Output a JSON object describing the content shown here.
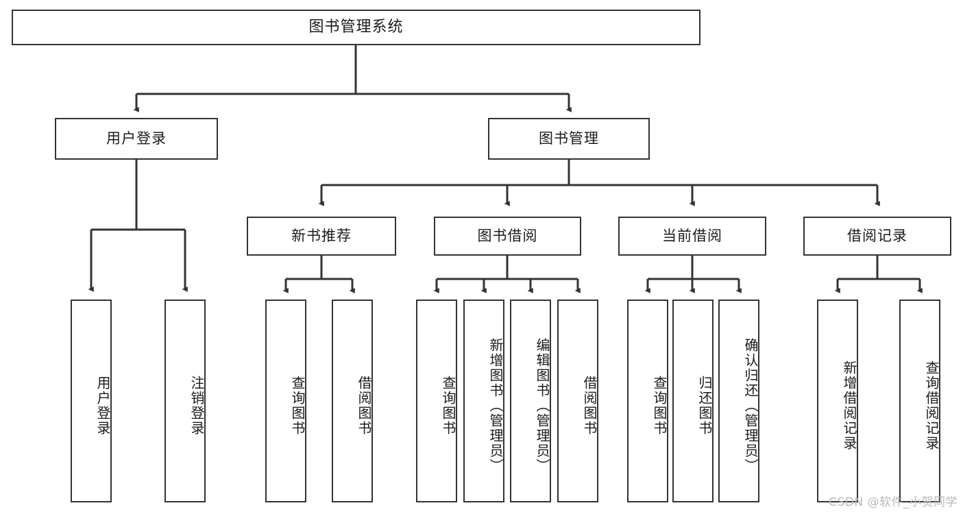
{
  "diagram": {
    "title": "图书管理系统",
    "type": "tree-hierarchy",
    "watermark": "CSDN @软件_小贺同学",
    "colors": {
      "node_border": "#333333",
      "node_fill": "#ffffff",
      "edge": "#333333",
      "text": "#1b1b1b",
      "watermark": "#b9b9b9"
    },
    "root": {
      "label": "图书管理系统"
    },
    "level1": [
      {
        "label": "用户登录"
      },
      {
        "label": "图书管理"
      }
    ],
    "level2": [
      {
        "label": "新书推荐"
      },
      {
        "label": "图书借阅"
      },
      {
        "label": "当前借阅"
      },
      {
        "label": "借阅记录"
      }
    ],
    "leaves": {
      "user_login": [
        {
          "label": "用户登录"
        },
        {
          "label": "注销登录"
        }
      ],
      "new_book_recommend": [
        {
          "label": "查询图书"
        },
        {
          "label": "借阅图书"
        }
      ],
      "book_borrow": [
        {
          "label": "查询图书"
        },
        {
          "label": "新增图书（管理员）"
        },
        {
          "label": "编辑图书（管理员）"
        },
        {
          "label": "借阅图书"
        }
      ],
      "current_borrow": [
        {
          "label": "查询图书"
        },
        {
          "label": "归还图书"
        },
        {
          "label": "确认归还（管理员）"
        }
      ],
      "borrow_record": [
        {
          "label": "新增借阅记录"
        },
        {
          "label": "查询借阅记录"
        }
      ]
    }
  }
}
